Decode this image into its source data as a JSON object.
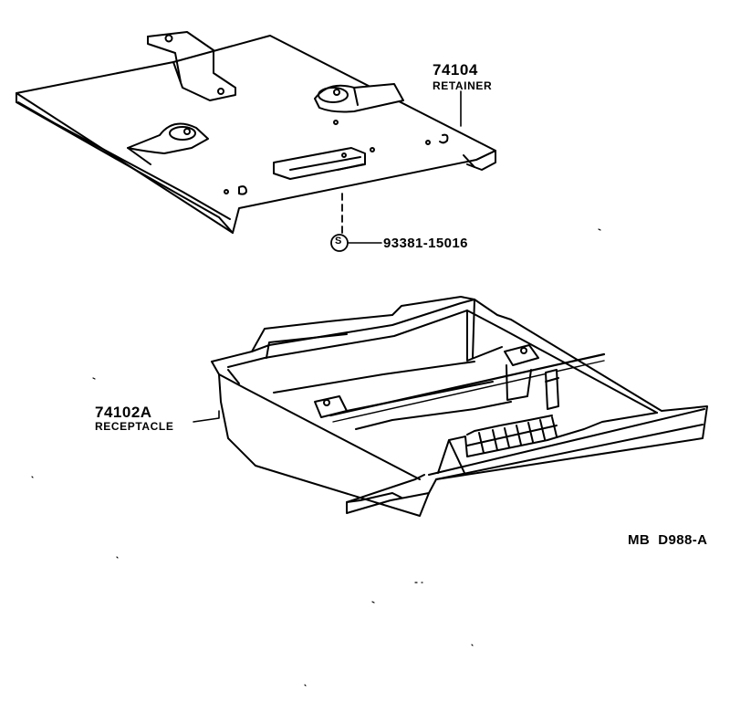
{
  "parts": {
    "retainer": {
      "number": "74104",
      "name": "RETAINER"
    },
    "screw": {
      "symbol": "S",
      "number": "93381-15016"
    },
    "receptacle": {
      "number": "74102A",
      "name": "RECEPTACLE"
    }
  },
  "drawing_code": "MB  D988-A",
  "colors": {
    "line": "#000000",
    "background": "#ffffff"
  }
}
